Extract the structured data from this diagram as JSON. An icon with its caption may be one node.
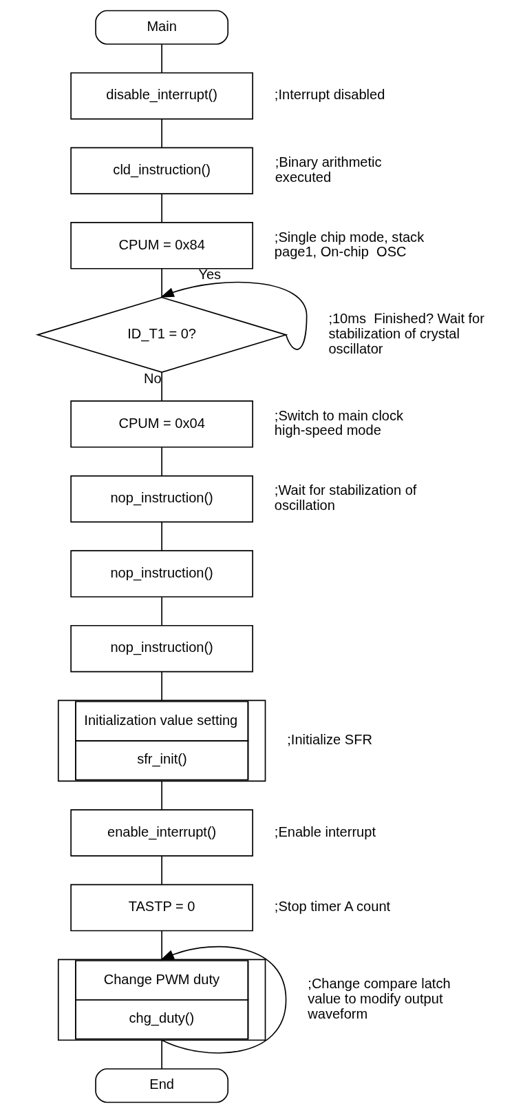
{
  "diagram": {
    "nodes": [
      {
        "text": [
          "Main"
        ]
      },
      {
        "text": [
          "disable_interrupt()"
        ],
        "beside": [
          ";Interrupt disabled"
        ]
      },
      {
        "text": [
          "cld_instruction()"
        ],
        "beside": [
          ";Binary arithmetic executed"
        ]
      },
      {
        "text": [
          "CPUM = 0x84"
        ],
        "beside": [
          ";Single chip mode, stack page1, On-chip  OSC"
        ]
      },
      {
        "text": [
          "ID_T1 = 0?"
        ],
        "beside": [
          ";10ms  Finished? Wait for stabilization of crystal oscillator"
        ]
      },
      {
        "text": [
          "CPUM = 0x04"
        ],
        "beside": [
          ";Switch to main clock high-speed mode"
        ]
      },
      {
        "text": [
          "nop_instruction()"
        ],
        "beside": [
          ";Wait for stabilization of oscillation"
        ]
      },
      {
        "text": [
          "nop_instruction()"
        ]
      },
      {
        "text": [
          "nop_instruction()"
        ]
      },
      {
        "text": [
          "Initialization value setting",
          "sfr_init()"
        ],
        "beside": [
          ";Initialize SFR"
        ]
      },
      {
        "text": [
          "enable_interrupt()"
        ],
        "beside": [
          ";Enable interrupt"
        ]
      },
      {
        "text": [
          "TASTP = 0"
        ],
        "beside": [
          ";Stop timer A count"
        ]
      },
      {
        "text": [
          "Change PWM duty",
          "chg_duty()"
        ],
        "beside": [
          ";Change compare latch value to modify output waveform"
        ]
      },
      {
        "text": [
          "End"
        ]
      }
    ],
    "edges": [
      {
        "from": 0,
        "to": 1,
        "arrow": "none"
      },
      {
        "from": 1,
        "to": 2,
        "arrow": "none"
      },
      {
        "from": 2,
        "to": 3,
        "arrow": "none"
      },
      {
        "from": 3,
        "to": 4,
        "arrow": "none"
      },
      {
        "from": 4,
        "to": 4,
        "arrow": "to",
        "label": "Yes"
      },
      {
        "from": 4,
        "to": 5,
        "arrow": "none",
        "label": "No"
      },
      {
        "from": 5,
        "to": 6,
        "arrow": "none"
      },
      {
        "from": 6,
        "to": 7,
        "arrow": "none"
      },
      {
        "from": 7,
        "to": 8,
        "arrow": "none"
      },
      {
        "from": 8,
        "to": 9,
        "arrow": "none"
      },
      {
        "from": 9,
        "to": 10,
        "arrow": "none"
      },
      {
        "from": 10,
        "to": 11,
        "arrow": "none"
      },
      {
        "from": 11,
        "to": 12,
        "arrow": "none"
      },
      {
        "from": 12,
        "to": 12,
        "arrow": "to"
      },
      {
        "from": 12,
        "to": 13,
        "arrow": "none"
      }
    ]
  }
}
